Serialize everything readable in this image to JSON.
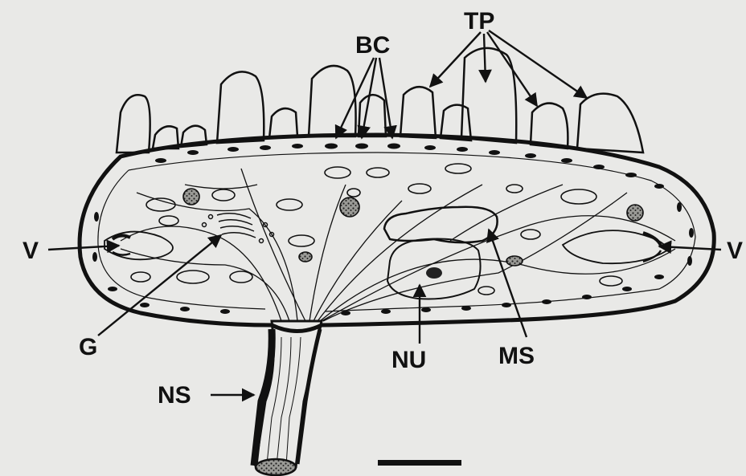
{
  "labels": {
    "tp": "TP",
    "bc": "BC",
    "v_left": "V",
    "v_right": "V",
    "g": "G",
    "nu": "NU",
    "ms": "MS",
    "ns": "NS"
  },
  "colors": {
    "background": "#e9e9e7",
    "ink": "#111111",
    "cell_fill": "#e3e3df"
  }
}
